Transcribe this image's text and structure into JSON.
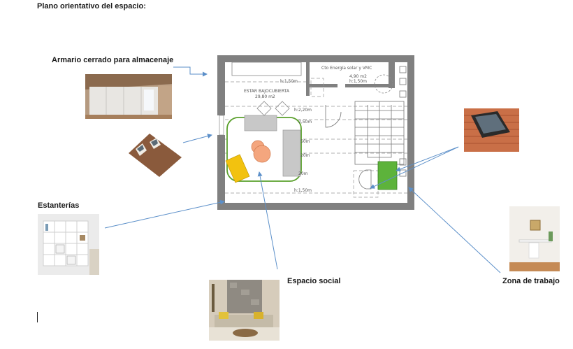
{
  "document": {
    "title": "Plano orientativo del espacio:"
  },
  "labels": {
    "armario": "Armario cerrado para almacenaje",
    "estanterias": "Estanterías",
    "espacio_social": "Espacio social",
    "zona_trabajo": "Zona de trabajo"
  },
  "plan": {
    "room_name": "ESTAR BAJOCUBIERTA",
    "room_area": "29,80 m2",
    "energy_room": "Cto Energía solar y VMC",
    "energy_area": "4,90 m2",
    "energy_height": "h:1,50m",
    "h_top_left": "h:1,50m",
    "h_220": "h:2,20m",
    "h_250": "2,50m",
    "h_50": "50m",
    "h_20a": "20m",
    "h_20b": "20m",
    "h_bottom": "h:1,50m"
  },
  "colors": {
    "wall": "#808080",
    "sofa_outline": "#5aa02c",
    "desk": "#5db33b",
    "table": "#f4a67e",
    "cushion": "#f2c20f",
    "sofa": "#c8c8c8",
    "arrow": "#5b8fc9"
  }
}
